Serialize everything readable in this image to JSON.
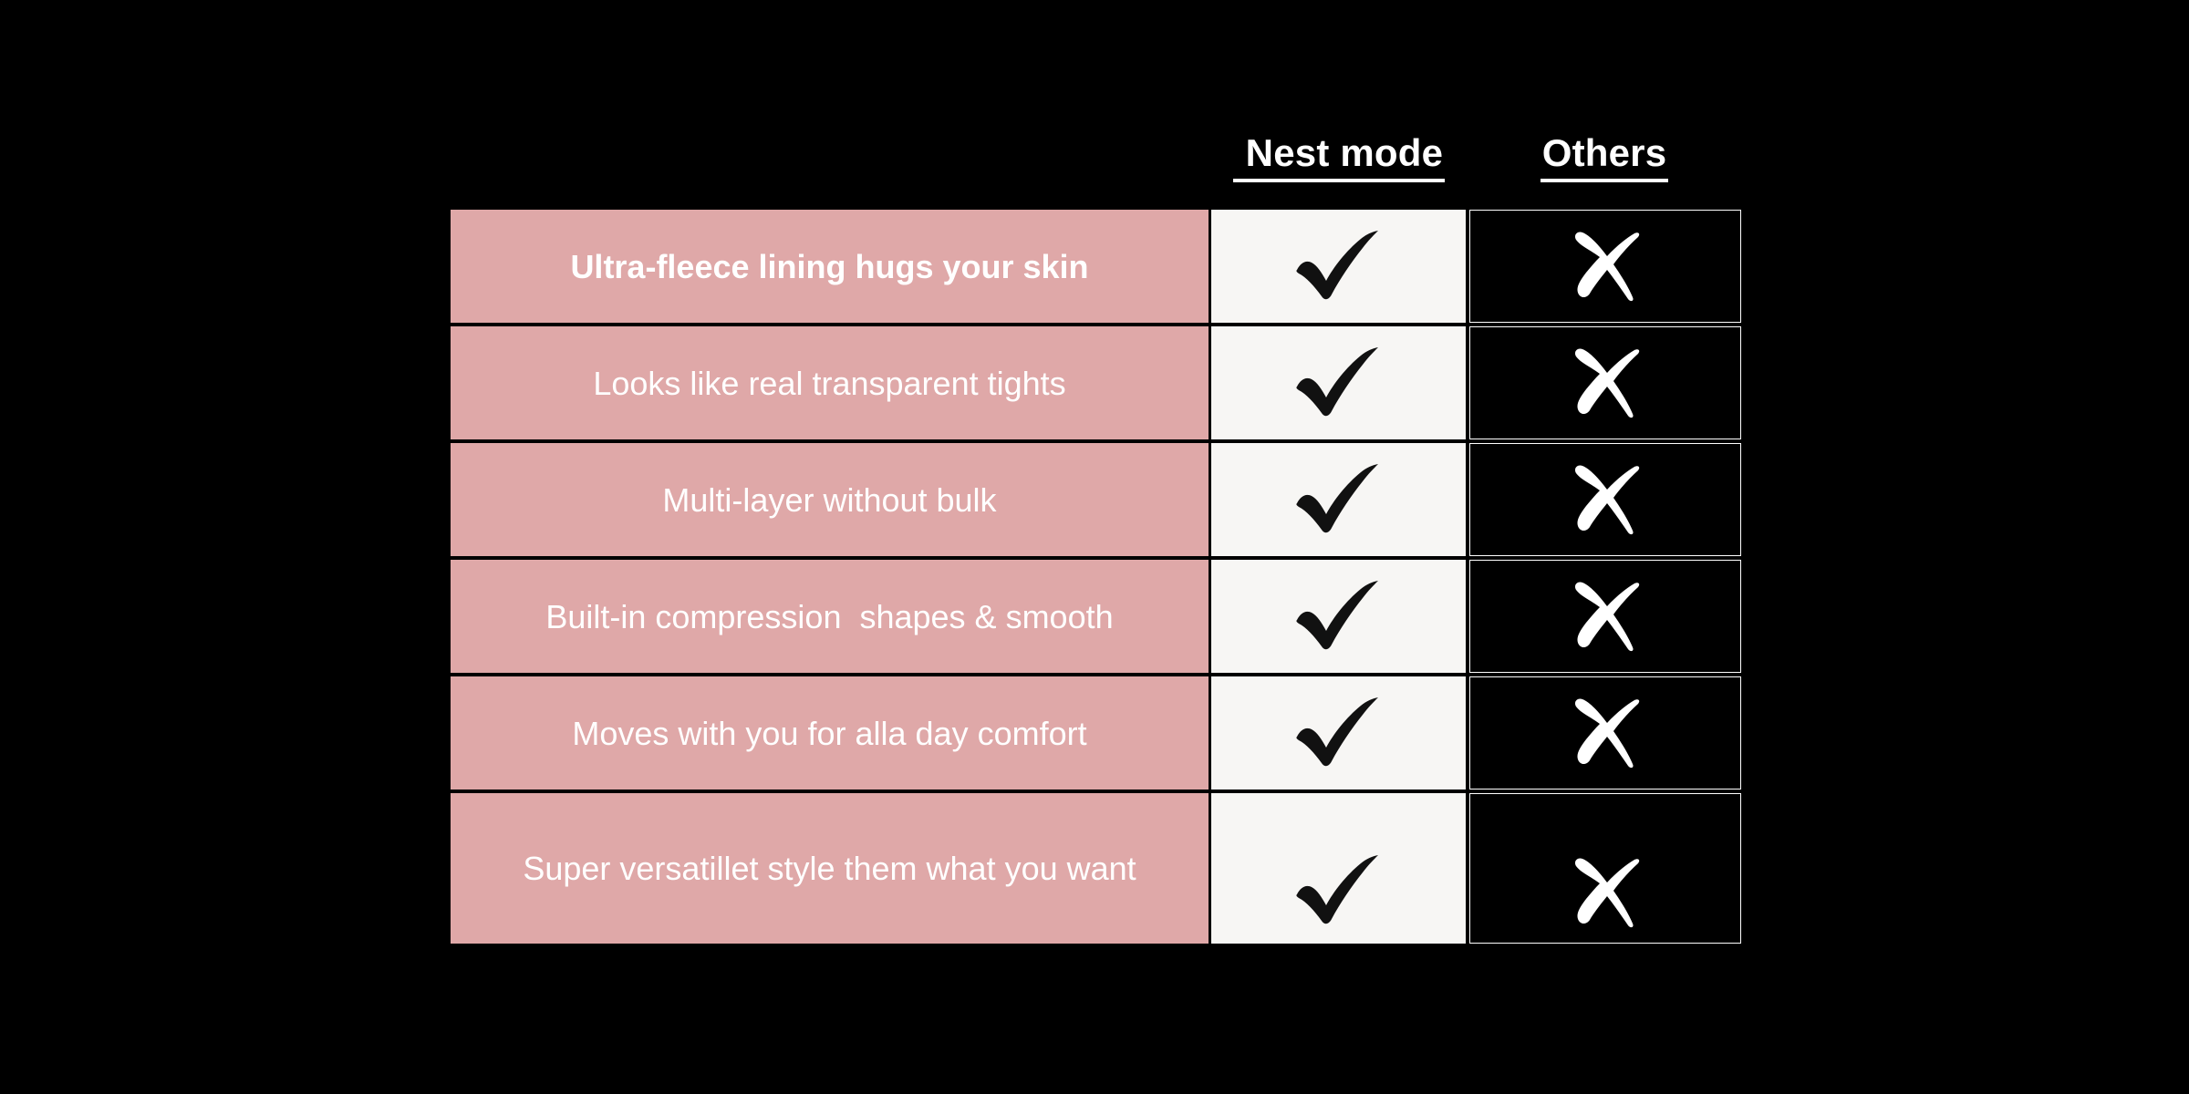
{
  "page": {
    "background_color": "#000000",
    "pink_color": "#dfa8a8",
    "light_color": "#f7f6f4",
    "text_color": "#ffffff"
  },
  "table": {
    "columns": [
      {
        "key": "feature",
        "label": ""
      },
      {
        "key": "nest",
        "label": "Nest mode"
      },
      {
        "key": "others",
        "label": "Others"
      }
    ],
    "header": {
      "nest_label": " Nest mode",
      "others_label": "Others"
    },
    "icons": {
      "yes": "check-icon",
      "no": "cross-icon"
    },
    "rows": [
      {
        "feature": "Ultra-fleece lining hugs your skin",
        "nest": "check-icon",
        "others": "cross-icon",
        "emphasis": true
      },
      {
        "feature": "Looks like real transparent tights",
        "nest": "check-icon",
        "others": "cross-icon",
        "emphasis": false
      },
      {
        "feature": "Multi-layer without bulk",
        "nest": "check-icon",
        "others": "cross-icon",
        "emphasis": false
      },
      {
        "feature": "Built-in compression  shapes & smooth",
        "nest": "check-icon",
        "others": "cross-icon",
        "emphasis": false
      },
      {
        "feature": "Moves with you for alla day comfort",
        "nest": "check-icon",
        "others": "cross-icon",
        "emphasis": false
      },
      {
        "feature": "Super versatillet style them what you want",
        "nest": "check-icon",
        "others": "cross-icon",
        "emphasis": false
      }
    ]
  }
}
